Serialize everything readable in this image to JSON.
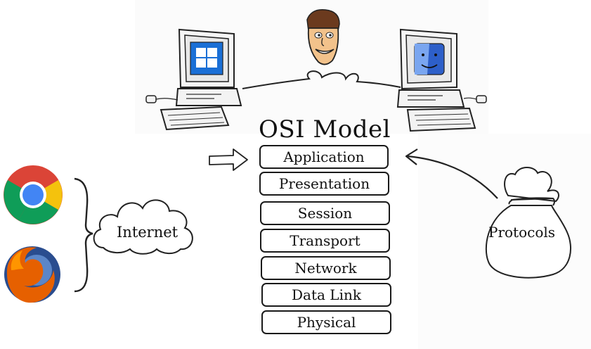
{
  "diagram": {
    "title": "OSI Model",
    "layers": [
      {
        "label": "Application"
      },
      {
        "label": "Presentation"
      },
      {
        "label": "Session"
      },
      {
        "label": "Transport"
      },
      {
        "label": "Network"
      },
      {
        "label": "Data Link"
      },
      {
        "label": "Physical"
      }
    ],
    "cloud_label": "Internet",
    "bag_label": "Protocols"
  },
  "icons": {
    "left_computer": "windows-computer-icon",
    "right_computer": "mac-computer-icon",
    "character": "cartoon-face-icon",
    "browser_top": "chrome-icon",
    "browser_bottom": "firefox-icon"
  },
  "colors": {
    "windows_blue": "#1a6fd6",
    "mac_blue": "#2d5fc9",
    "chrome_red": "#db4437",
    "chrome_yellow": "#f4c20d",
    "chrome_green": "#0f9d58",
    "chrome_blue": "#4285f4",
    "firefox_orange": "#e66000",
    "firefox_blue": "#2a4d8f"
  }
}
